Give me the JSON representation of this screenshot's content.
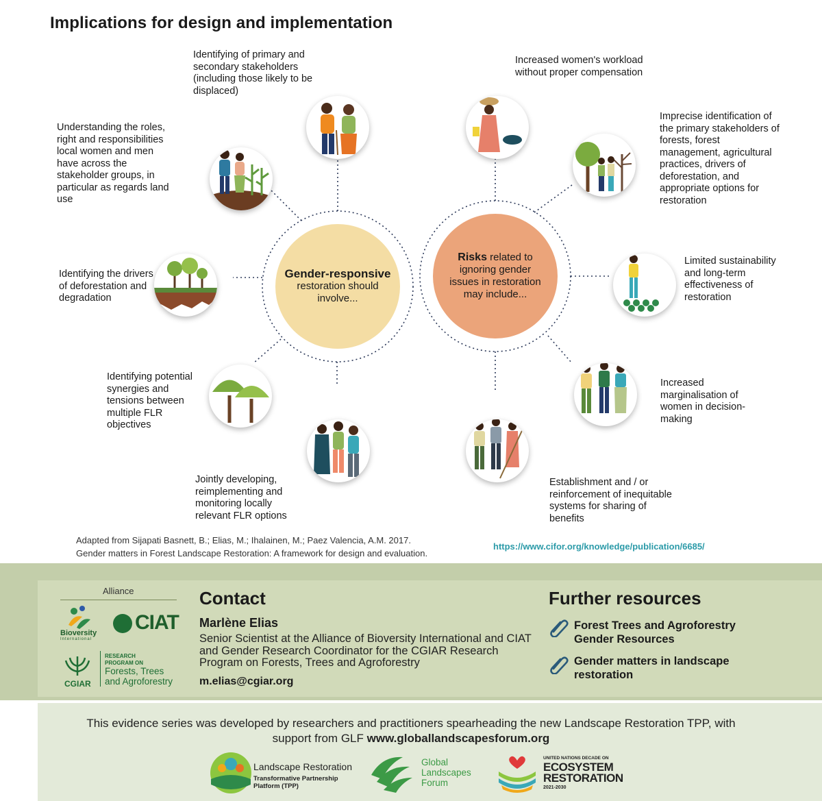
{
  "title": "Implications for design and implementation",
  "left_hub": {
    "strong": "Gender-responsive",
    "rest": "restoration should involve..."
  },
  "right_hub": {
    "strong": "Risks",
    "rest": "related to ignoring gender issues in restoration may include..."
  },
  "left_items": [
    "Identifying of primary and secondary stakeholders (including those likely to be displaced)",
    "Understanding the roles, right and responsibilities local women and men have across the stakeholder groups, in particular as regards land use",
    "Identifying the drivers of deforestation and degradation",
    "Identifying potential synergies and tensions between multiple FLR objectives",
    "Jointly developing, reimplementing and monitoring locally relevant FLR options"
  ],
  "right_items": [
    "Increased women's workload without proper compensation",
    "Imprecise identification of the primary stakeholders of forests, forest management, agricultural practices, drivers of deforestation, and appropriate options for restoration",
    "Limited sustainability and long-term effectiveness of restoration",
    "Increased marginalisation of women in decision-making",
    "Establishment and / or reinforcement of inequitable systems for sharing of benefits"
  ],
  "icons": {
    "elders": "elderly-couple-icon",
    "farmers": "farmers-couple-icon",
    "eroded": "eroded-land-icon",
    "trees": "trees-icon",
    "group": "group-meeting-icon",
    "woman_load": "woman-carrying-load-icon",
    "forest_people": "forest-people-icon",
    "seedlings": "person-seedlings-icon",
    "three_people": "three-people-icon",
    "tools": "people-with-tools-icon",
    "clip": "paperclip-icon"
  },
  "credit": {
    "line1": "Adapted from Sijapati Basnett, B.; Elias, M.; Ihalainen, M.; Paez Valencia, A.M. 2017.",
    "line2": "Gender matters in Forest Landscape Restoration: A framework for design and evaluation.",
    "url": "https://www.cifor.org/knowledge/publication/6685/"
  },
  "alliance": {
    "label": "Alliance",
    "bioversity": "Bioversity",
    "bioversity_sub": "International",
    "ciat": "CIAT",
    "cgiar": "CGIAR",
    "program_small": "RESEARCH PROGRAM ON",
    "program_big": "Forests, Trees and Agroforestry"
  },
  "contact": {
    "heading": "Contact",
    "name": "Marlène Elias",
    "role": "Senior Scientist at the Alliance of Bioversity International and CIAT and Gender Research Coordinator for the CGIAR Research Program on Forests, Trees and Agroforestry",
    "email": "m.elias@cgiar.org"
  },
  "resources": {
    "heading": "Further resources",
    "items": [
      "Forest Trees and Agroforestry Gender Resources",
      "Gender matters in landscape restoration"
    ]
  },
  "footer": {
    "text": "This evidence series was developed by researchers and practitioners spearheading the new Landscape Restoration TPP, with support from GLF",
    "url": "www.globallandscapesforum.org"
  },
  "logos": {
    "lr_title": "Landscape Restoration",
    "lr_sub": "Transformative Partnership Platform (TPP)",
    "glf": "Global Landscapes Forum",
    "un_small": "UNITED NATIONS DECADE ON",
    "un_big": "ECOSYSTEM RESTORATION",
    "un_years": "2021-2030"
  },
  "colors": {
    "left_hub": "#f4dda4",
    "right_hub": "#eba47a",
    "band": "#c3ceaa",
    "link": "#2b9aa8",
    "green": "#1f6e35"
  }
}
